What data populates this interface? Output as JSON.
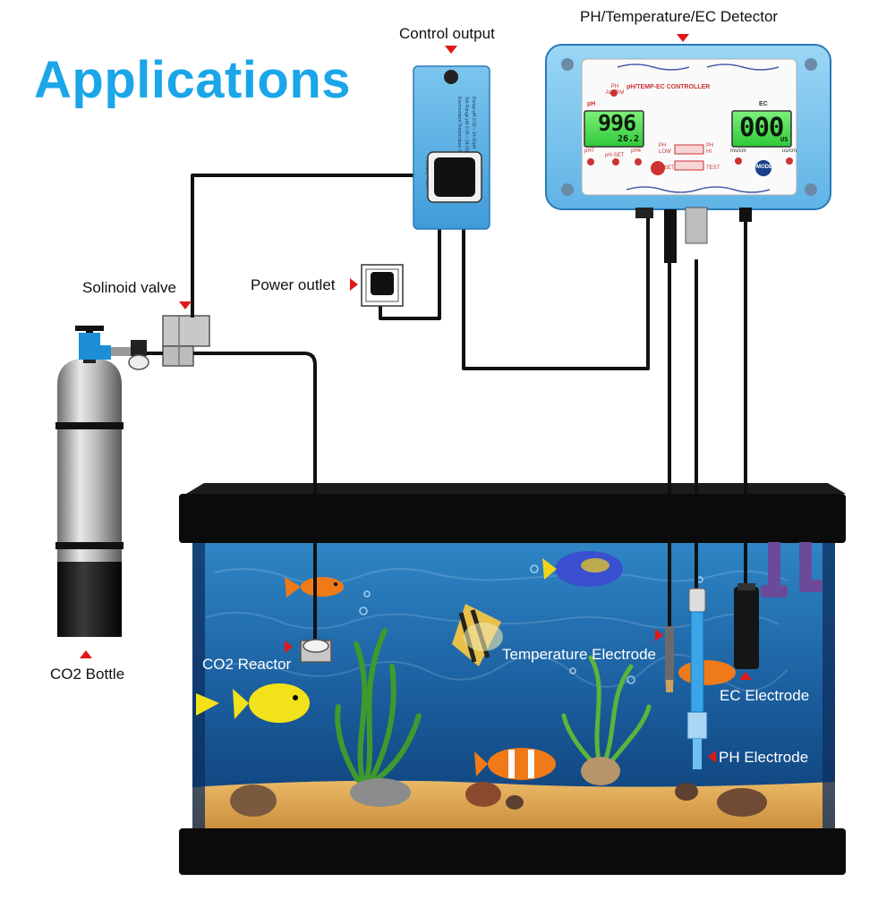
{
  "title": "Applications",
  "labels": {
    "control_output": "Control output",
    "detector": "PH/Temperature/EC Detector",
    "solenoid_valve": "Solinoid valve",
    "power_outlet": "Power outlet",
    "co2_bottle": "CO2 Bottle",
    "co2_reactor": "CO2 Reactor",
    "temperature_electrode": "Temperature Electrode",
    "ec_electrode": "EC Electrode",
    "ph_electrode": "PH Electrode"
  },
  "controller": {
    "brand_title": "pH/TEMP-EC CONTROLLER",
    "ph_alarm": "PH ALARM",
    "ph_tag": "pH",
    "ec_tag": "EC",
    "ph_reading": "996",
    "temp_reading": "26.2",
    "ec_reading": "000",
    "ec_unit": "US",
    "btn_ph7": "pH7",
    "btn_ph_set": "pH-SET",
    "btn_ph4": "pH4",
    "ph_low": "PH LOW",
    "ph_hi": "PH HI",
    "set_label": "SET",
    "test_label": "TEST",
    "ms_cm": "ms/cm",
    "us_cm": "us/cm",
    "mode": "MODE"
  },
  "colors": {
    "accent": "#1aa6e8",
    "marker": "#e01818",
    "controller_body": "#7ec8ef",
    "lcd": "#4ce04c",
    "water_top": "#2e7fc0",
    "water_bottom": "#0b3a72",
    "sand": "#d9a24e"
  },
  "icons": [
    "arrow-marker-icon",
    "power-plug-icon",
    "fuse-icon"
  ]
}
